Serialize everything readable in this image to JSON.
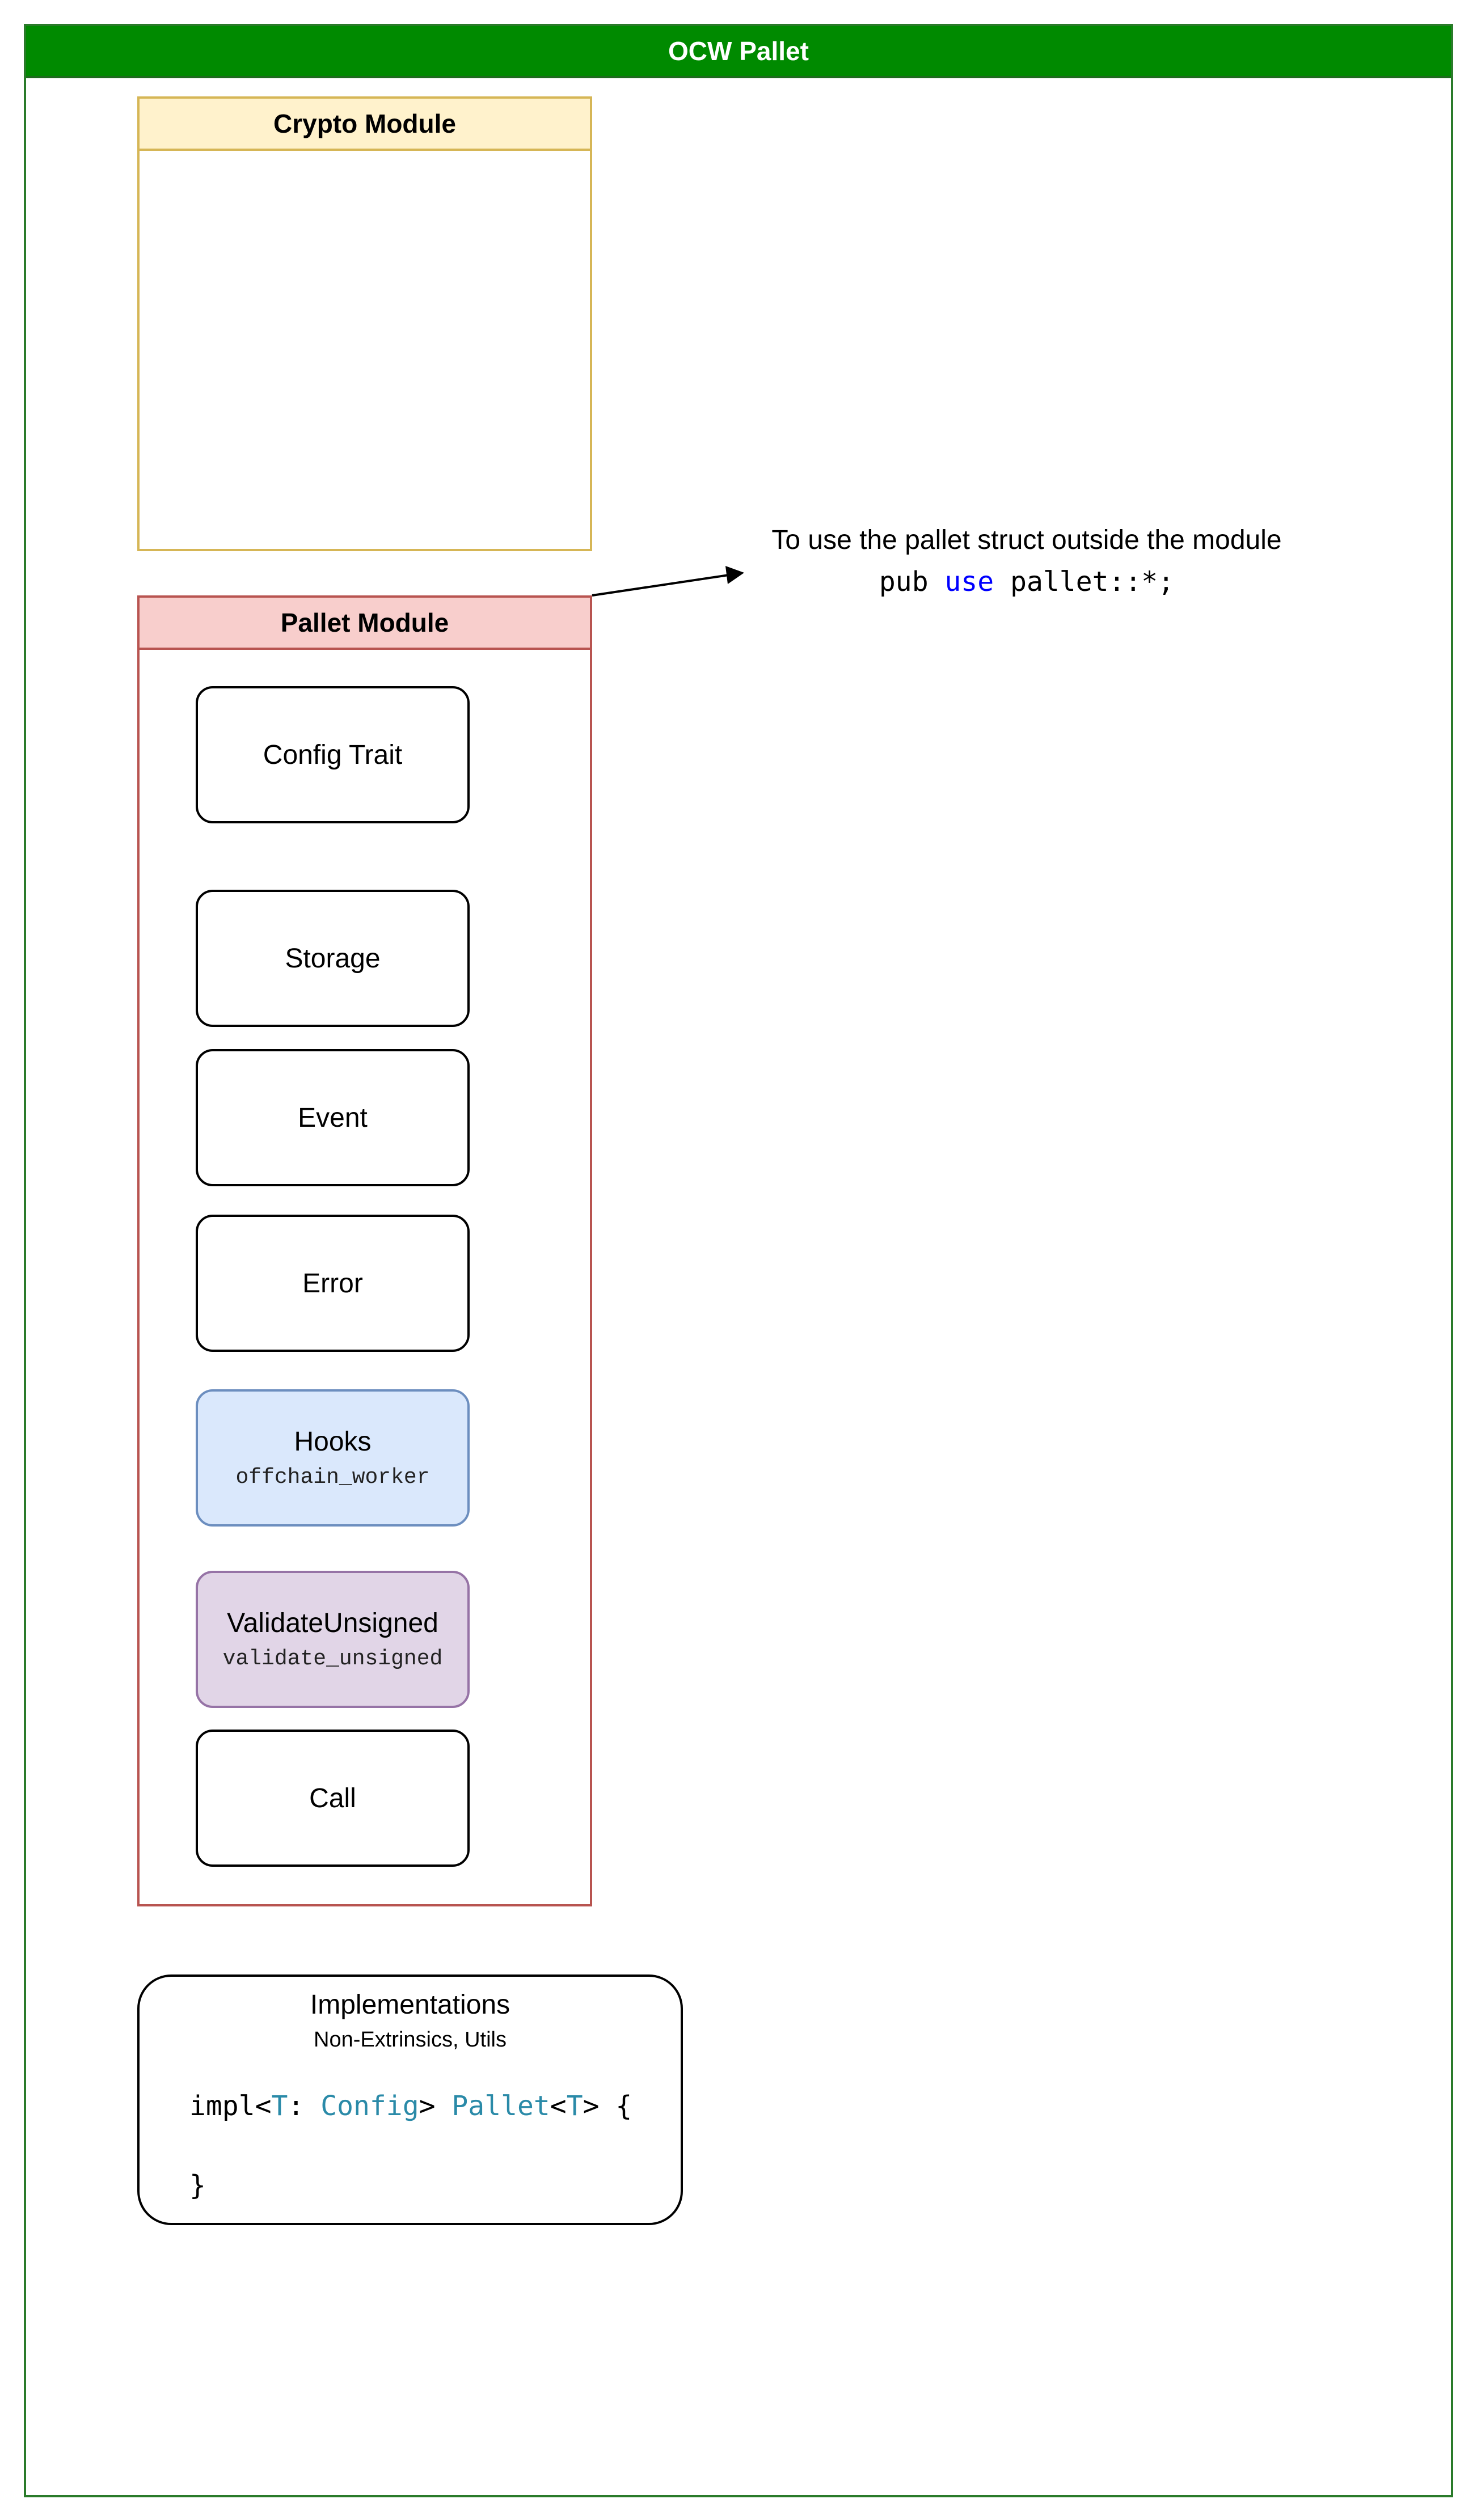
{
  "outer": {
    "title": "OCW Pallet"
  },
  "crypto_module": {
    "title": "Crypto Module"
  },
  "pallet_module": {
    "title": "Pallet Module",
    "items": [
      {
        "label": "Config Trait"
      },
      {
        "label": "Storage"
      },
      {
        "label": "Event"
      },
      {
        "label": "Error"
      },
      {
        "label": "Hooks",
        "code": "offchain_worker"
      },
      {
        "label": "ValidateUnsigned",
        "code": "validate_unsigned"
      },
      {
        "label": "Call"
      }
    ]
  },
  "implementations": {
    "title": "Implementations",
    "subtitle": "Non-Extrinsics, Utils",
    "code_line1": {
      "impl": "impl",
      "lt1": "<",
      "t1": "T",
      "colon": ": ",
      "config": "Config",
      "gt1": "> ",
      "pallet": "Pallet",
      "lt2": "<",
      "t2": "T",
      "gt2": "> {"
    },
    "code_line2": "}"
  },
  "annotation": {
    "text": "To use the pallet struct outside the module",
    "code_pub": "pub ",
    "code_use": "use",
    "code_rest": " pallet::*;"
  },
  "colors": {
    "outer_header": "#008a00",
    "crypto_fill": "#fff2cc",
    "crypto_border": "#d6b656",
    "pallet_fill": "#f8cecc",
    "pallet_border": "#b85450",
    "hooks_fill": "#dae8fc",
    "hooks_border": "#6c8ebf",
    "validate_fill": "#e1d5e7",
    "validate_border": "#9673a6",
    "code_type": "#2a8aa8",
    "code_keyword": "#0000ff"
  }
}
